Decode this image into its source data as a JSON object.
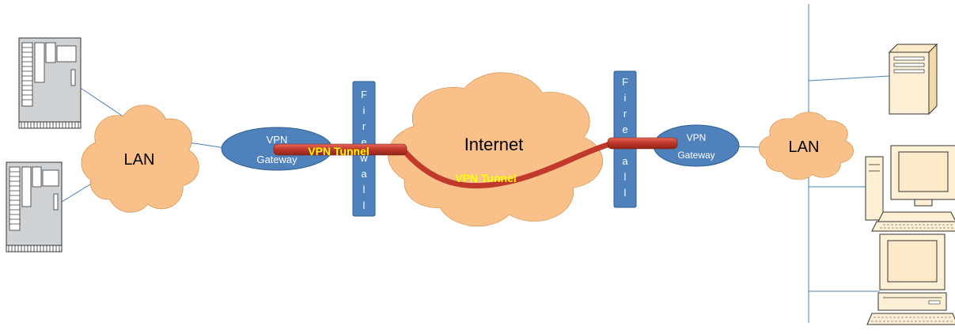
{
  "left_lan": {
    "label": "LAN"
  },
  "right_lan": {
    "label": "LAN"
  },
  "internet": {
    "label": "Internet"
  },
  "left_gateway": {
    "line1": "VPN",
    "line2": "Gateway"
  },
  "right_gateway": {
    "line1": "VPN",
    "line2": "Gateway"
  },
  "left_firewall": {
    "letters": [
      "F",
      "i",
      "r",
      "e",
      "w",
      "a",
      "l",
      "l"
    ]
  },
  "right_firewall": {
    "letters": [
      "F",
      "i",
      "r",
      "e",
      "w",
      "a",
      "l",
      "l"
    ]
  },
  "tunnels": {
    "left_label": "VPN Tunnel",
    "middle_label": "VPN Tunnel"
  },
  "colors": {
    "cloud_fill": "#f9c08a",
    "gateway_fill": "#4f81bd",
    "firewall_fill": "#4f81bd",
    "tunnel": "#c0392b",
    "tunnel_label": "#ffff00",
    "line": "#4a7fb5"
  },
  "icons": {
    "left_servers": [
      "server-rack-icon",
      "server-rack-icon"
    ],
    "right_devices": [
      "tower-server-icon",
      "desktop-computer-icon",
      "desktop-computer-icon"
    ]
  }
}
